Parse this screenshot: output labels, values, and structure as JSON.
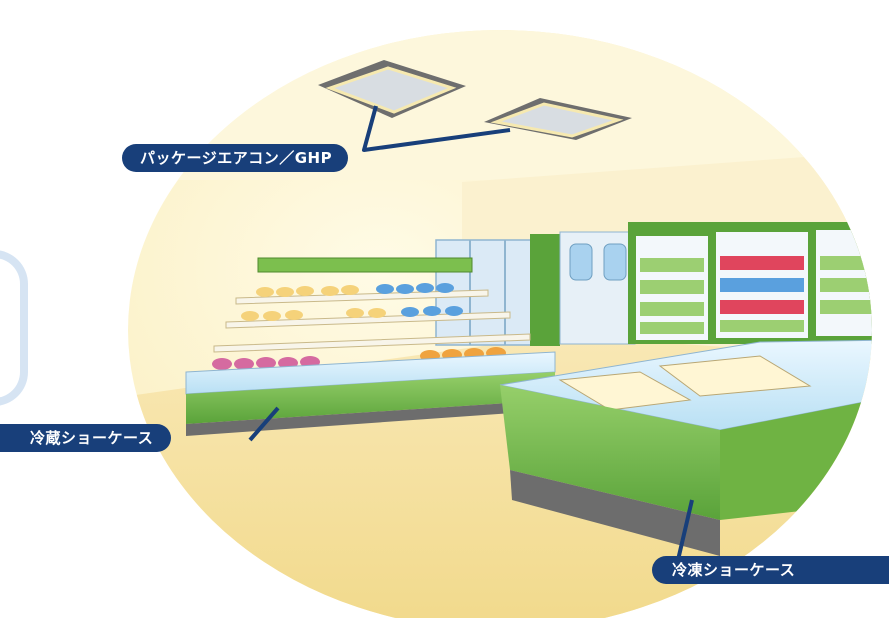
{
  "labels": {
    "package_ac": "パッケージエアコン／GHP",
    "refrigerated_case": "冷蔵ショーケース",
    "frozen_case": "冷凍ショーケース"
  },
  "colors": {
    "label_bg": "#183f7a",
    "label_text": "#ffffff",
    "circle_bg": "#fdf4cf",
    "showcase_green": "#7cbf4e",
    "floor": "#f7e3a6"
  }
}
